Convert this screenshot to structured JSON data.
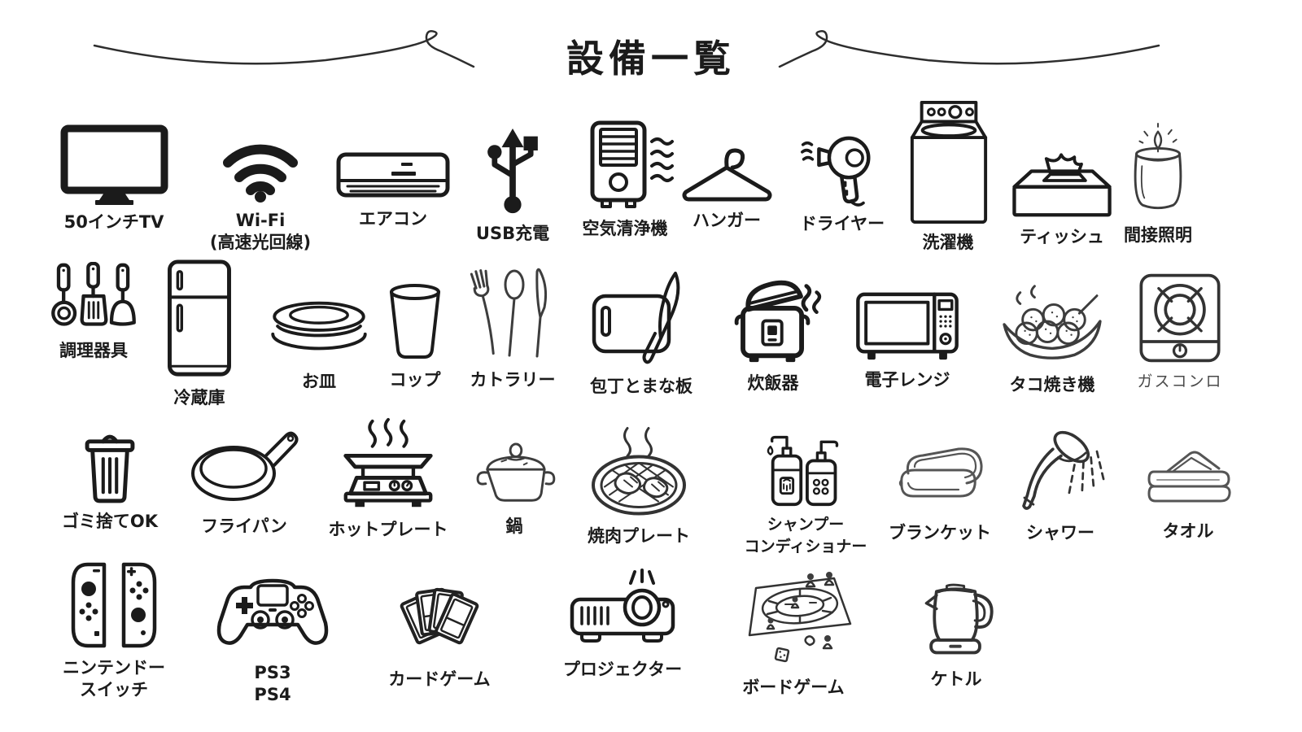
{
  "title": "設備一覧",
  "rows": [
    {
      "items": [
        {
          "label": "50インチTV"
        },
        {
          "label": "Wi-Fi",
          "label2": "(高速光回線)"
        },
        {
          "label": "エアコン"
        },
        {
          "label": "USB充電"
        },
        {
          "label": "空気清浄機"
        },
        {
          "label": "ハンガー"
        },
        {
          "label": "ドライヤー"
        },
        {
          "label": "洗濯機"
        },
        {
          "label": "ティッシュ"
        },
        {
          "label": "間接照明"
        }
      ]
    },
    {
      "items": [
        {
          "label": "調理器具"
        },
        {
          "label": "冷蔵庫"
        },
        {
          "label": "お皿"
        },
        {
          "label": "コップ"
        },
        {
          "label": "カトラリー"
        },
        {
          "label": "包丁とまな板"
        },
        {
          "label": "炊飯器"
        },
        {
          "label": "電子レンジ"
        },
        {
          "label": "タコ焼き機"
        },
        {
          "label": "ガスコンロ"
        }
      ]
    },
    {
      "items": [
        {
          "label": "ゴミ捨てOK"
        },
        {
          "label": "フライパン"
        },
        {
          "label": "ホットプレート"
        },
        {
          "label": "鍋"
        },
        {
          "label": "焼肉プレート"
        },
        {
          "label": "シャンプー",
          "label2": "コンディショナー"
        },
        {
          "label": "ブランケット"
        },
        {
          "label": "シャワー"
        },
        {
          "label": "タオル"
        }
      ]
    },
    {
      "items": [
        {
          "label": "ニンテンドー",
          "label2": "スイッチ"
        },
        {
          "label": "PS3",
          "label2": "PS4"
        },
        {
          "label": "カードゲーム"
        },
        {
          "label": "プロジェクター"
        },
        {
          "label": "ボードゲーム"
        },
        {
          "label": "ケトル"
        }
      ]
    }
  ],
  "colors": {
    "ink": "#1b1b1b",
    "sketch": "#3d3d3d",
    "muted": "#4a4a4a",
    "background": "#ffffff"
  }
}
